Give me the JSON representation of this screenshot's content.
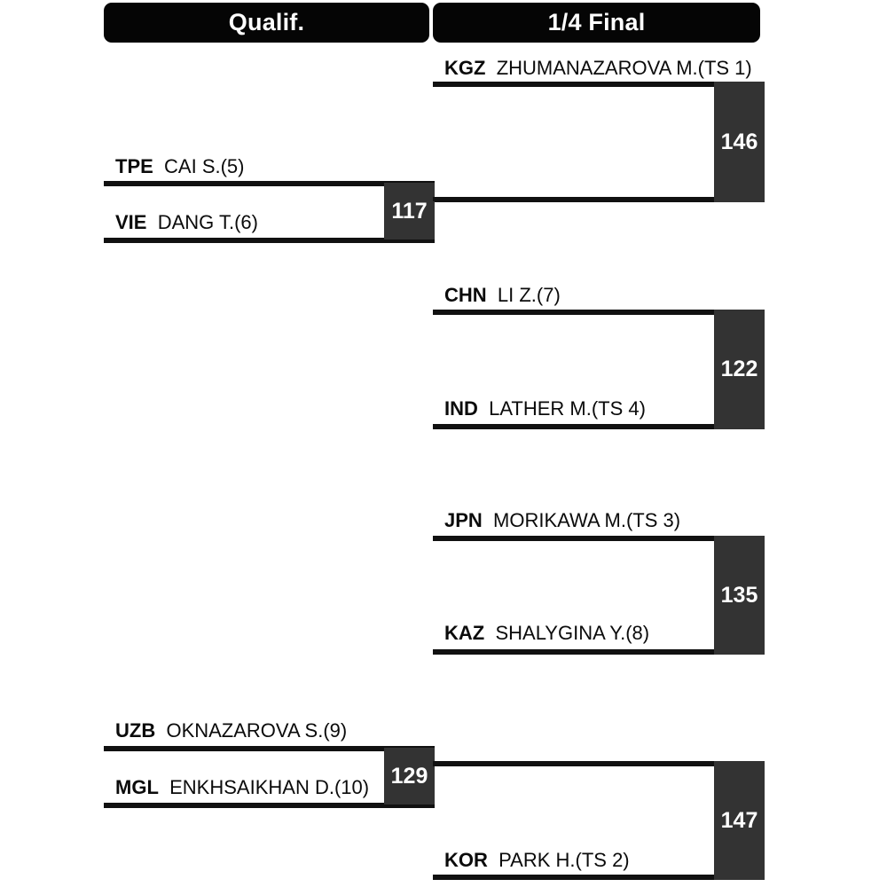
{
  "headers": {
    "qualif": "Qualif.",
    "quarter": "1/4 Final"
  },
  "colors": {
    "header_background": "#050505",
    "header_text": "#ffffff",
    "score_box": "#333333",
    "score_text": "#ffffff",
    "line": "#111111",
    "page_background": "#ffffff",
    "competitor_text": "#0b0b0b"
  },
  "qualif": {
    "round_label": "Qualif.",
    "matches": [
      {
        "score": "117",
        "players": [
          {
            "noc": "TPE",
            "name": "CAI S.(5)"
          },
          {
            "noc": "VIE",
            "name": "DANG T.(6)"
          }
        ]
      },
      {
        "score": "129",
        "players": [
          {
            "noc": "UZB",
            "name": "OKNAZAROVA S.(9)"
          },
          {
            "noc": "MGL",
            "name": "ENKHSAIKHAN D.(10)"
          }
        ]
      }
    ]
  },
  "quarter": {
    "round_label": "1/4 Final",
    "matches": [
      {
        "score": "146",
        "players": [
          {
            "noc": "KGZ",
            "name": "ZHUMANAZAROVA M.(TS 1)"
          },
          {
            "noc": "",
            "name": ""
          }
        ]
      },
      {
        "score": "122",
        "players": [
          {
            "noc": "CHN",
            "name": "LI Z.(7)"
          },
          {
            "noc": "IND",
            "name": "LATHER M.(TS 4)"
          }
        ]
      },
      {
        "score": "135",
        "players": [
          {
            "noc": "JPN",
            "name": "MORIKAWA M.(TS 3)"
          },
          {
            "noc": "KAZ",
            "name": "SHALYGINA Y.(8)"
          }
        ]
      },
      {
        "score": "147",
        "players": [
          {
            "noc": "",
            "name": ""
          },
          {
            "noc": "KOR",
            "name": "PARK H.(TS 2)"
          }
        ]
      }
    ]
  }
}
